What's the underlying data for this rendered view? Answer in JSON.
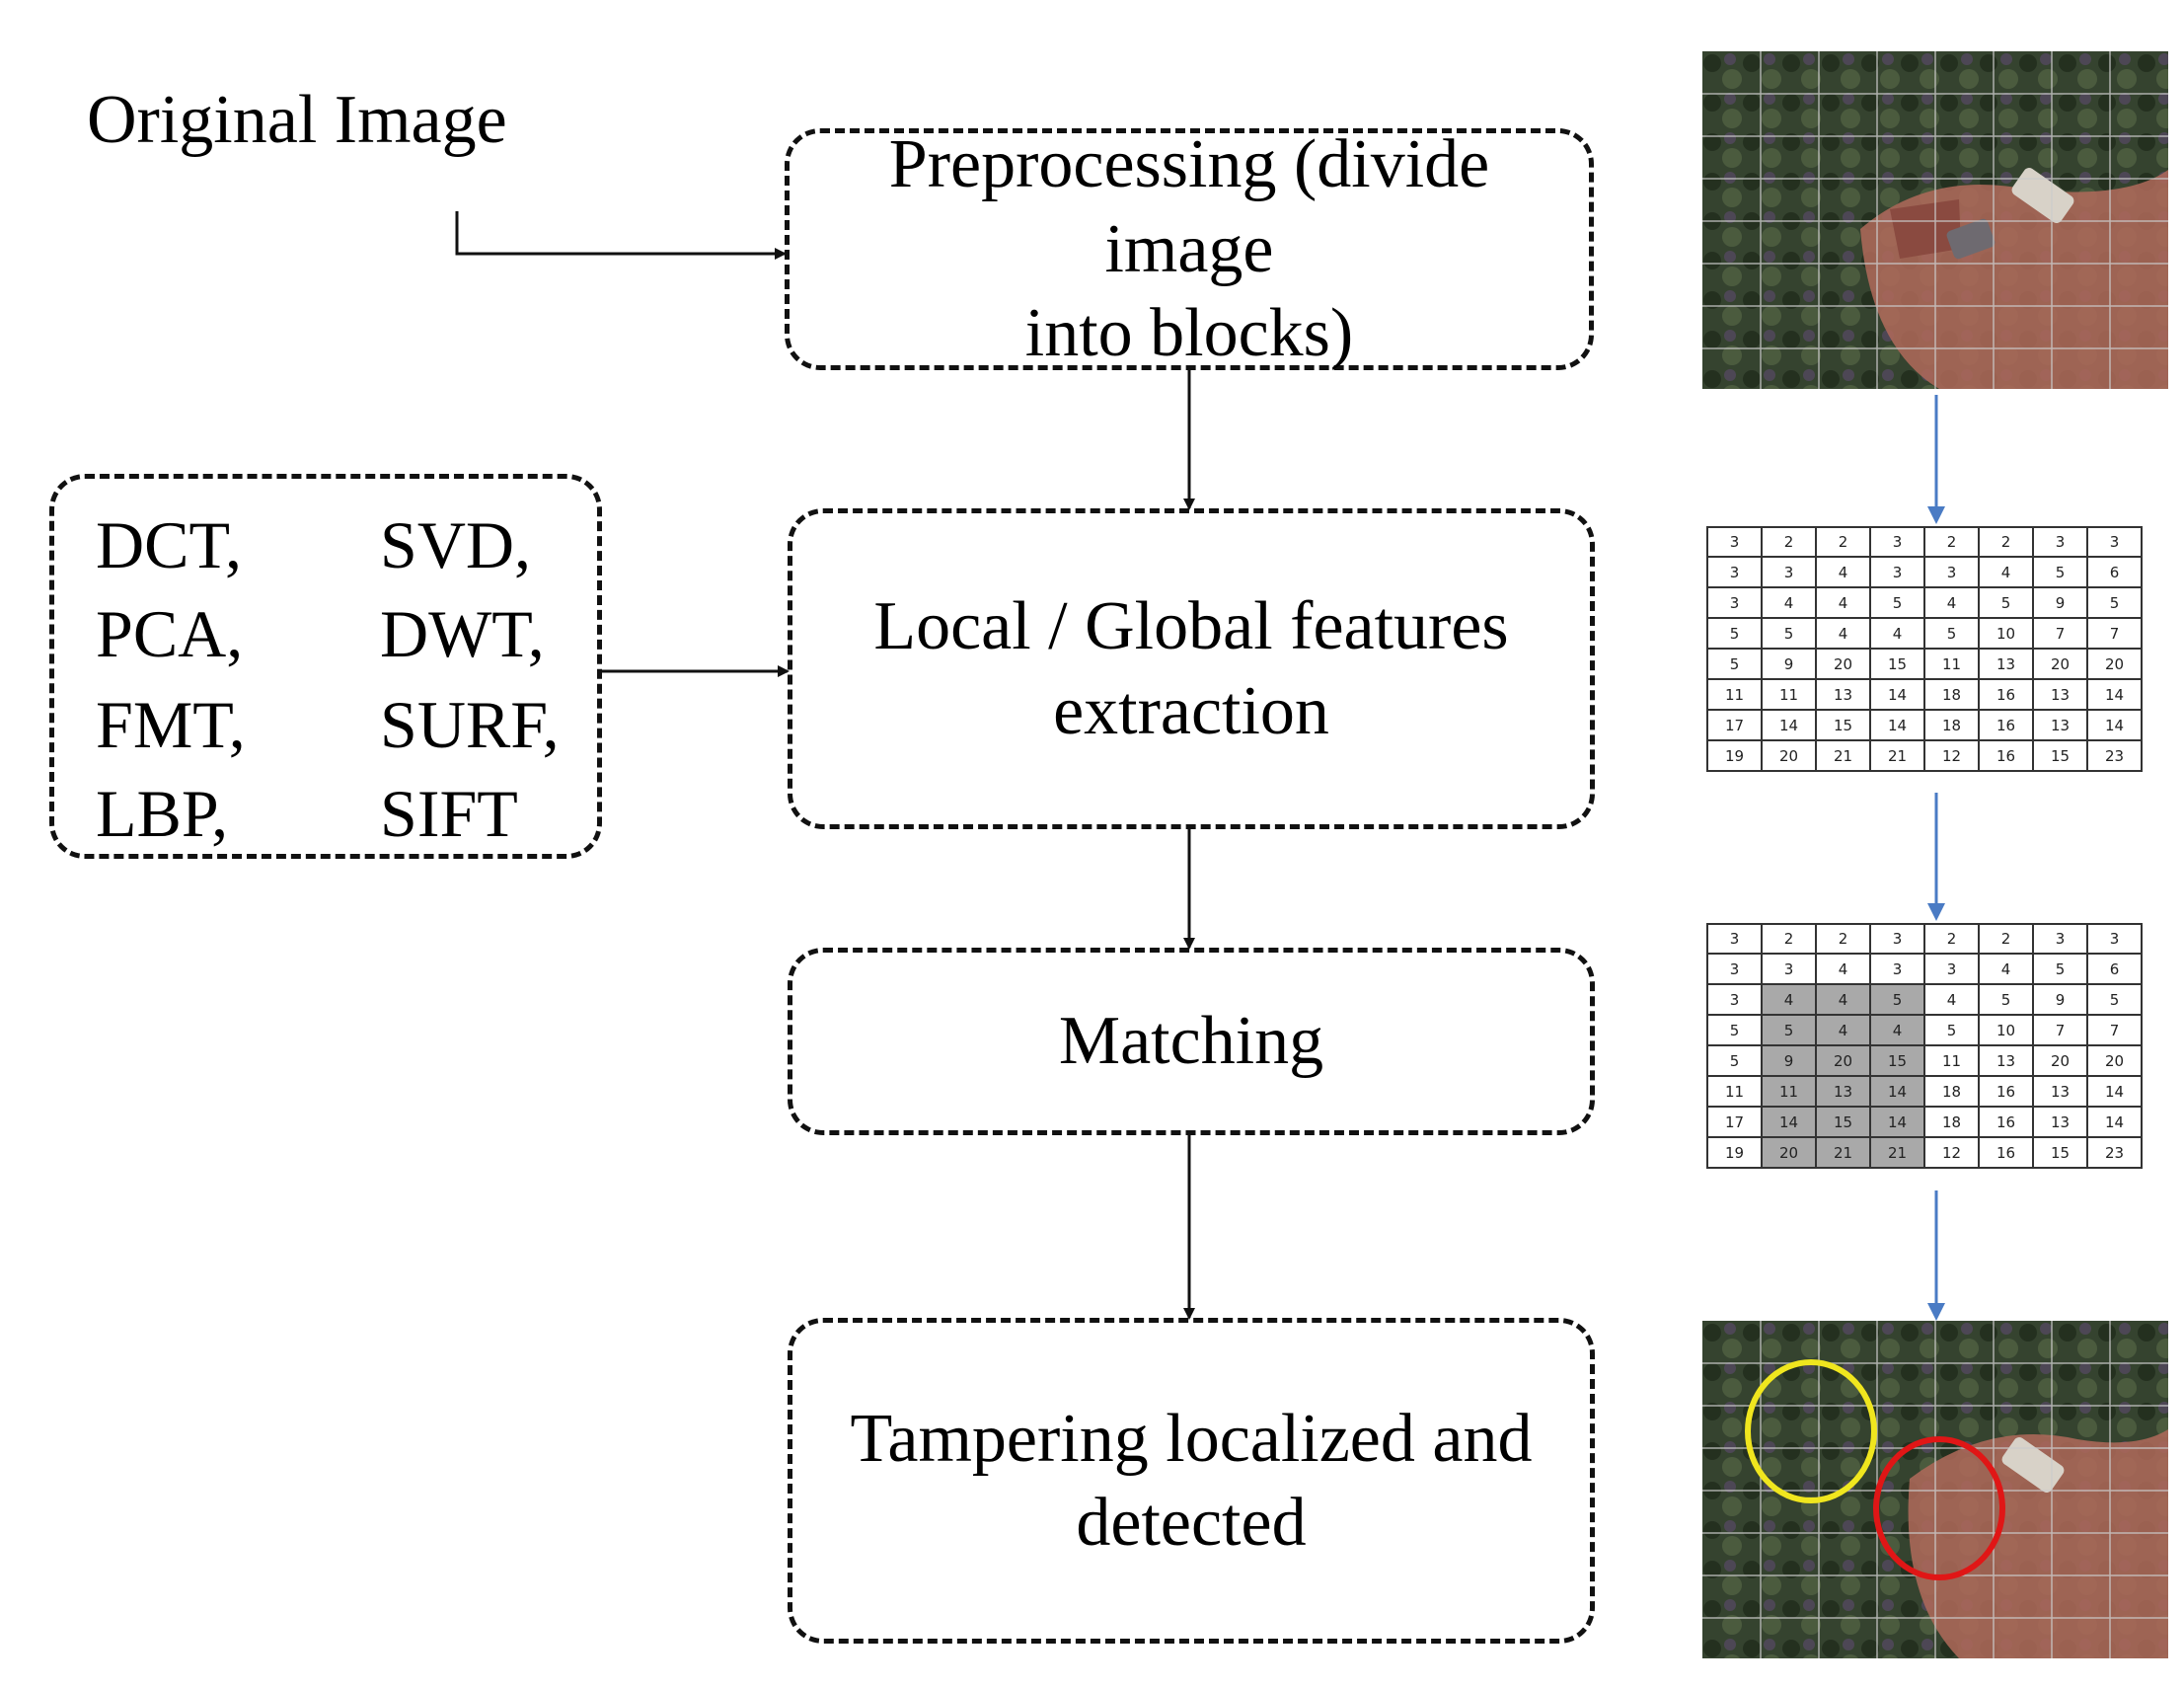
{
  "original_label": "Original Image",
  "steps": [
    {
      "lines": [
        "Preprocessing (divide image",
        "into blocks)"
      ]
    },
    {
      "lines": [
        "Local / Global features",
        "extraction"
      ]
    },
    {
      "lines": [
        "Matching"
      ]
    },
    {
      "lines": [
        "Tampering localized and",
        "detected"
      ]
    }
  ],
  "methods_left": [
    "DCT,",
    "PCA,",
    "FMT,",
    "LBP,"
  ],
  "methods_right": [
    "SVD,",
    "DWT,",
    "SURF,",
    "SIFT"
  ],
  "grid_values": [
    [
      "3",
      "2",
      "2",
      "3",
      "2",
      "2",
      "3",
      "3"
    ],
    [
      "3",
      "3",
      "4",
      "3",
      "3",
      "4",
      "5",
      "6"
    ],
    [
      "3",
      "4",
      "4",
      "5",
      "4",
      "5",
      "9",
      "5"
    ],
    [
      "5",
      "5",
      "4",
      "4",
      "5",
      "10",
      "7",
      "7"
    ],
    [
      "5",
      "9",
      "20",
      "15",
      "11",
      "13",
      "20",
      "20"
    ],
    [
      "11",
      "11",
      "13",
      "14",
      "18",
      "16",
      "13",
      "14"
    ],
    [
      "17",
      "14",
      "15",
      "14",
      "18",
      "16",
      "13",
      "14"
    ],
    [
      "19",
      "20",
      "21",
      "21",
      "12",
      "16",
      "15",
      "23"
    ]
  ],
  "colors": {
    "flow_arrow": "#111111",
    "side_arrow": "#4a7bc4",
    "highlight_cell": "#a9a9a9",
    "copy_circle": "#f0e61e",
    "paste_circle": "#e01616"
  }
}
